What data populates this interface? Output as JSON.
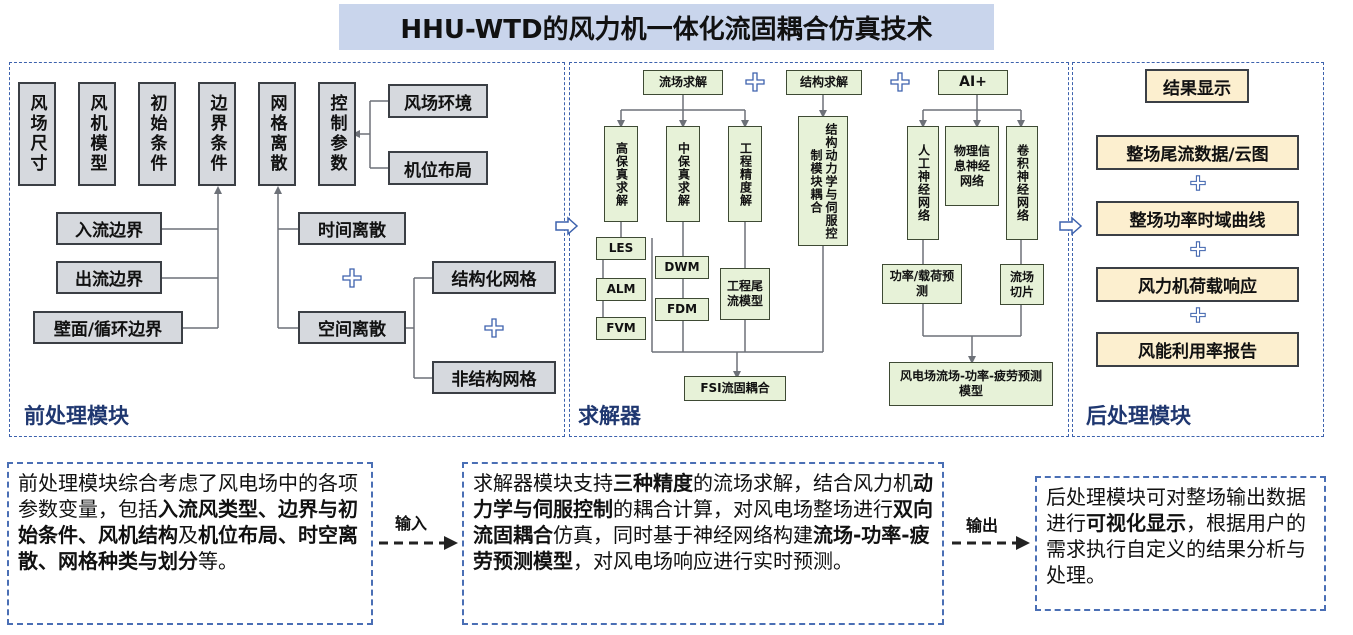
{
  "title": "HHU-WTD的风力机一体化流固耦合仿真技术",
  "pre": {
    "label": "前处理模块",
    "vboxes": [
      "风场尺寸",
      "风机模型",
      "初始条件",
      "边界条件",
      "网格离散",
      "控制参数"
    ],
    "env_box": "风场环境",
    "layout_box": "机位布局",
    "inflow": "入流边界",
    "outflow": "出流边界",
    "wall": "壁面/循环边界",
    "time_disc": "时间离散",
    "space_disc": "空间离散",
    "structured": "结构化网格",
    "unstructured": "非结构网格"
  },
  "solver": {
    "label": "求解器",
    "flow_solve": "流场求解",
    "struct_solve": "结构求解",
    "ai": "AI+",
    "high": "高保真求解",
    "mid": "中保真求解",
    "eng": "工程精度解",
    "struct_detail": "结构动力学与伺服控制模块耦合",
    "les": "LES",
    "alm": "ALM",
    "fvm": "FVM",
    "dwm": "DWM",
    "fdm": "FDM",
    "wake": "工程尾流模型",
    "fsi": "FSI流固耦合",
    "ann": "人工神经网络",
    "pinn": "物理信息神经网络",
    "cnn": "卷积神经网络",
    "power_pred": "功率/载荷预测",
    "flow_slice": "流场切片",
    "final_model": "风电场流场-功率-疲劳预测模型"
  },
  "post": {
    "label": "后处理模块",
    "result": "结果显示",
    "items": [
      "整场尾流数据/云图",
      "整场功率时域曲线",
      "风力机荷载响应",
      "风能利用率报告"
    ]
  },
  "desc1": {
    "p1": "前处理模块综合考虑了风电场中的各项参数变量，包括",
    "b1": "入流风类型、边界与初始条件、风机结构",
    "p2": "及",
    "b2": "机位布局、时空离散、网格种类与划分",
    "p3": "等。"
  },
  "desc2": {
    "p1": "求解器模块支持",
    "b1": "三种精度",
    "p2": "的流场求解，结合风力机",
    "b2": "动力学与伺服控制",
    "p3": "的耦合计算，对风电场整场进行",
    "b3": "双向流固耦合",
    "p4": "仿真，同时基于神经网络构建",
    "b4": "流场-功率-疲劳预测模型",
    "p5": "，对风电场响应进行实时预测。"
  },
  "desc3": {
    "p1": "后处理模块可对整场输出数据进行",
    "b1": "可视化显示",
    "p2": "，根据用户的需求执行自定义的结果分析与处理。"
  },
  "arrow_in": "输入",
  "arrow_out": "输出",
  "colors": {
    "accent": "#3d62ad",
    "title_bg": "#c9d5ec",
    "gray_box": "#d6d9de",
    "green_box": "#e7f2d8",
    "yellow_box": "#fcefcf"
  }
}
